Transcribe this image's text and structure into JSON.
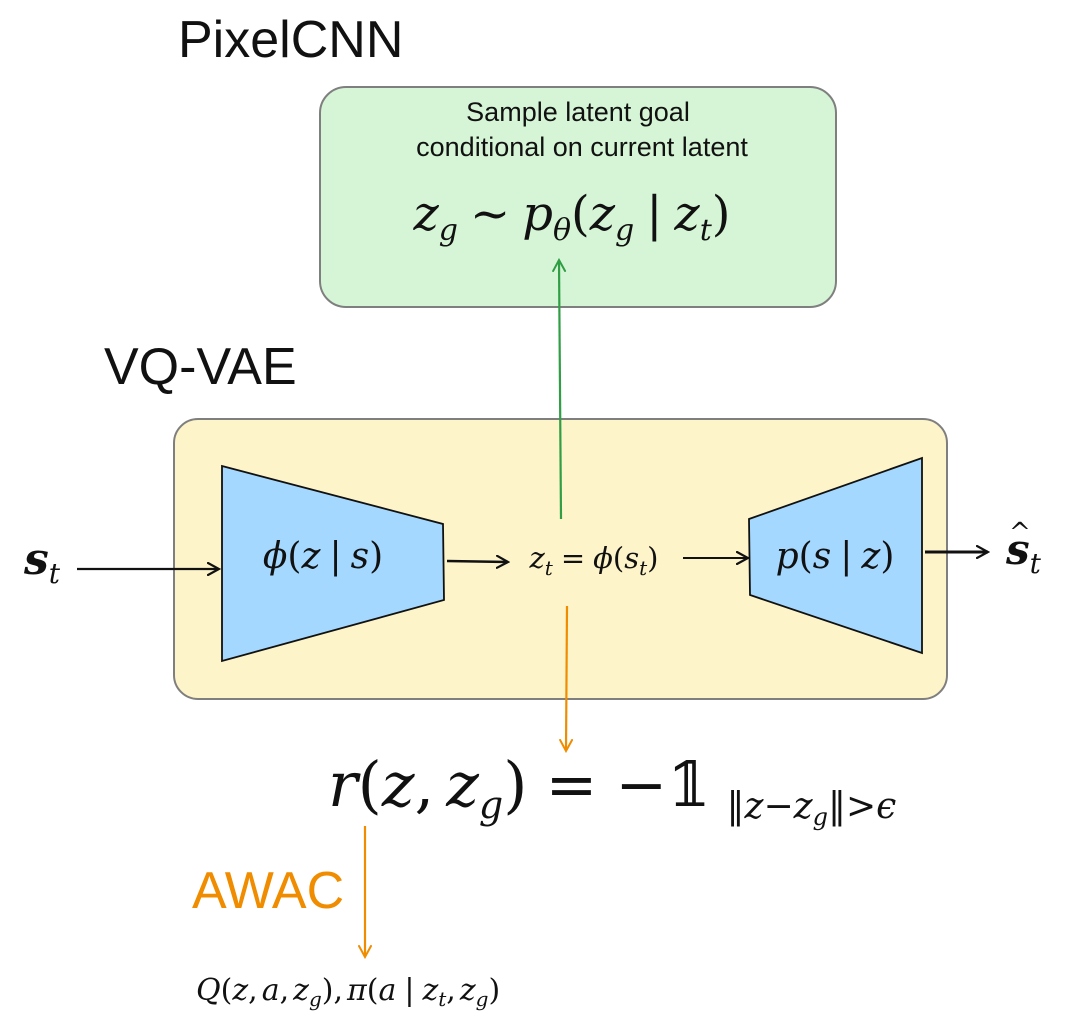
{
  "titles": {
    "pixelcnn": "PixelCNN",
    "vqvae": "VQ-VAE",
    "awac": "AWAC"
  },
  "pixelcnn_box": {
    "caption_line1": "Sample latent goal",
    "caption_line2": "conditional on current latent",
    "formula": {
      "z": "z",
      "g": "g",
      "sim": "~",
      "p": "p",
      "theta": "θ",
      "open": "(",
      "z2": "z",
      "g2": "g",
      "bar": "|",
      "z3": "z",
      "t": "t",
      "close": ")"
    }
  },
  "vqvae_box": {
    "encoder": {
      "phi": "ϕ",
      "open": "(",
      "z": "z",
      "bar": "|",
      "s": "s",
      "close": ")"
    },
    "latent": {
      "z": "z",
      "t": "t",
      "eq": "=",
      "phi": "ϕ",
      "open": "(",
      "s": "s",
      "t2": "t",
      "close": ")"
    },
    "decoder": {
      "p": "p",
      "open": "(",
      "s": "s",
      "bar": "|",
      "z": "z",
      "close": ")"
    }
  },
  "input": {
    "s": "s",
    "t": "t"
  },
  "output": {
    "s": "s",
    "hat": "^",
    "t": "t"
  },
  "reward": {
    "r": "r",
    "open": "(",
    "z": "z",
    "comma": ",",
    "z2": "z",
    "g": "g",
    "close": ")",
    "eq": "=",
    "minus": "−",
    "indicator": "𝟙",
    "sub_open": "‖",
    "sub_z": "z",
    "sub_minus": "−",
    "sub_z2": "z",
    "sub_g": "g",
    "sub_close": "‖",
    "sub_gt": ">",
    "sub_eps": "ϵ"
  },
  "outputs_formula": {
    "Q": "Q",
    "open1": "(",
    "z": "z",
    "c1": ",",
    "a": "a",
    "c2": ",",
    "z2": "z",
    "g": "g",
    "close1": "),",
    "pi": "π",
    "open2": "(",
    "a2": "a",
    "bar": "|",
    "z3": "z",
    "t": "t",
    "c3": ",",
    "z4": "z",
    "g2": "g",
    "close2": ")"
  },
  "colors": {
    "pixelcnn_fill": "#d6f5d6",
    "vqvae_fill": "#fdf4c9",
    "trapezoid_fill": "#a5d8ff",
    "green_arrow": "#2f9e44",
    "orange_arrow": "#f08c00",
    "awac_text": "#f08c00",
    "box_stroke": "#7f7f7f",
    "ink": "#111111"
  }
}
